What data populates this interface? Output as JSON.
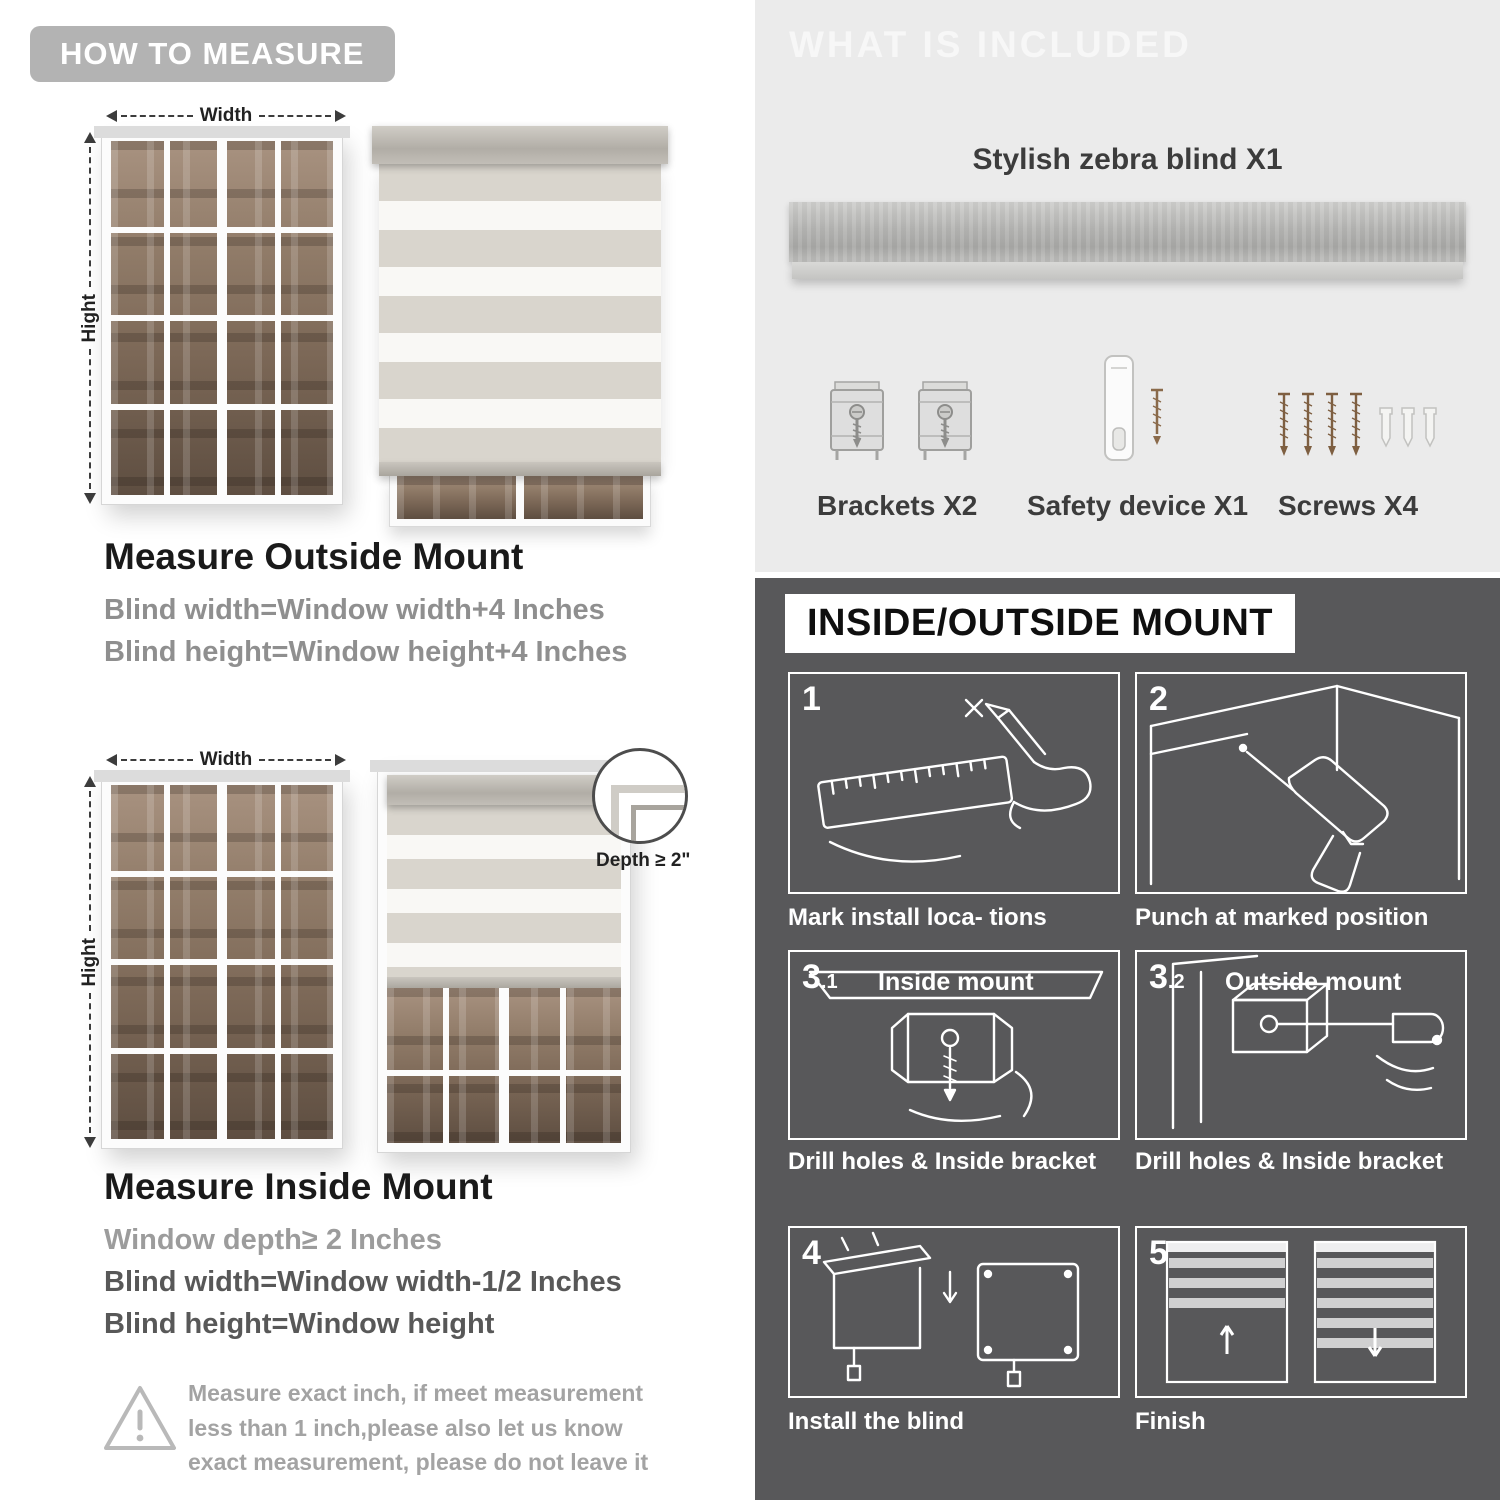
{
  "measure": {
    "badge": "HOW TO MEASURE",
    "width_label": "Width",
    "height_label": "Hight",
    "outside": {
      "heading": "Measure Outside Mount",
      "lines": [
        "Blind width=Window width+4 Inches",
        "Blind height=Window height+4 Inches"
      ]
    },
    "inside": {
      "heading": "Measure Inside Mount",
      "depth_callout": "Depth ≥ 2\"",
      "lines": [
        "Window depth≥ 2 Inches",
        "Blind width=Window width-1/2 Inches",
        "Blind height=Window height"
      ]
    },
    "note": "Measure exact inch, if meet measurement less than 1 inch,please also let us know exact measurement, please do not leave it"
  },
  "included": {
    "heading": "WHAT IS INCLUDED",
    "blind_label": "Stylish zebra blind X1",
    "items": [
      "Brackets X2",
      "Safety device X1",
      "Screws X4"
    ]
  },
  "mount": {
    "heading": "INSIDE/OUTSIDE MOUNT",
    "steps": [
      {
        "num": "1",
        "caption": "Mark install loca- tions"
      },
      {
        "num": "2",
        "caption": "Punch at  marked position"
      },
      {
        "num": "3",
        "sub": ".1",
        "title": "Inside mount",
        "caption": "Drill holes &  Inside bracket"
      },
      {
        "num": "3",
        "sub": ".2",
        "title": "Outside mount",
        "caption": "Drill holes &  Inside bracket"
      },
      {
        "num": "4",
        "caption": "Install the blind"
      },
      {
        "num": "5",
        "caption": "Finish"
      }
    ]
  },
  "colors": {
    "badge_bg": "#b3b3b3",
    "included_bg": "#ebebeb",
    "mount_bg": "#58585a"
  }
}
